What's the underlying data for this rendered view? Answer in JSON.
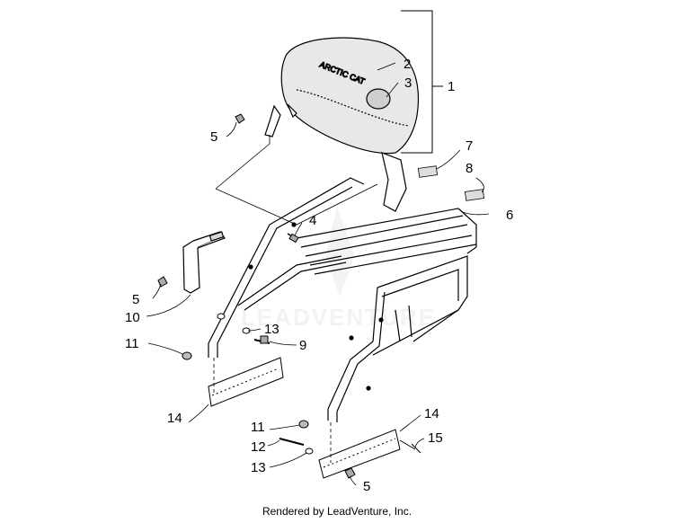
{
  "diagram": {
    "callouts": [
      "1",
      "2",
      "3",
      "4",
      "5",
      "5",
      "5",
      "6",
      "7",
      "8",
      "9",
      "10",
      "11",
      "11",
      "12",
      "13",
      "13",
      "14",
      "14",
      "15"
    ],
    "watermark": "LEADVENTURE",
    "footer": "Rendered by LeadVenture, Inc."
  }
}
